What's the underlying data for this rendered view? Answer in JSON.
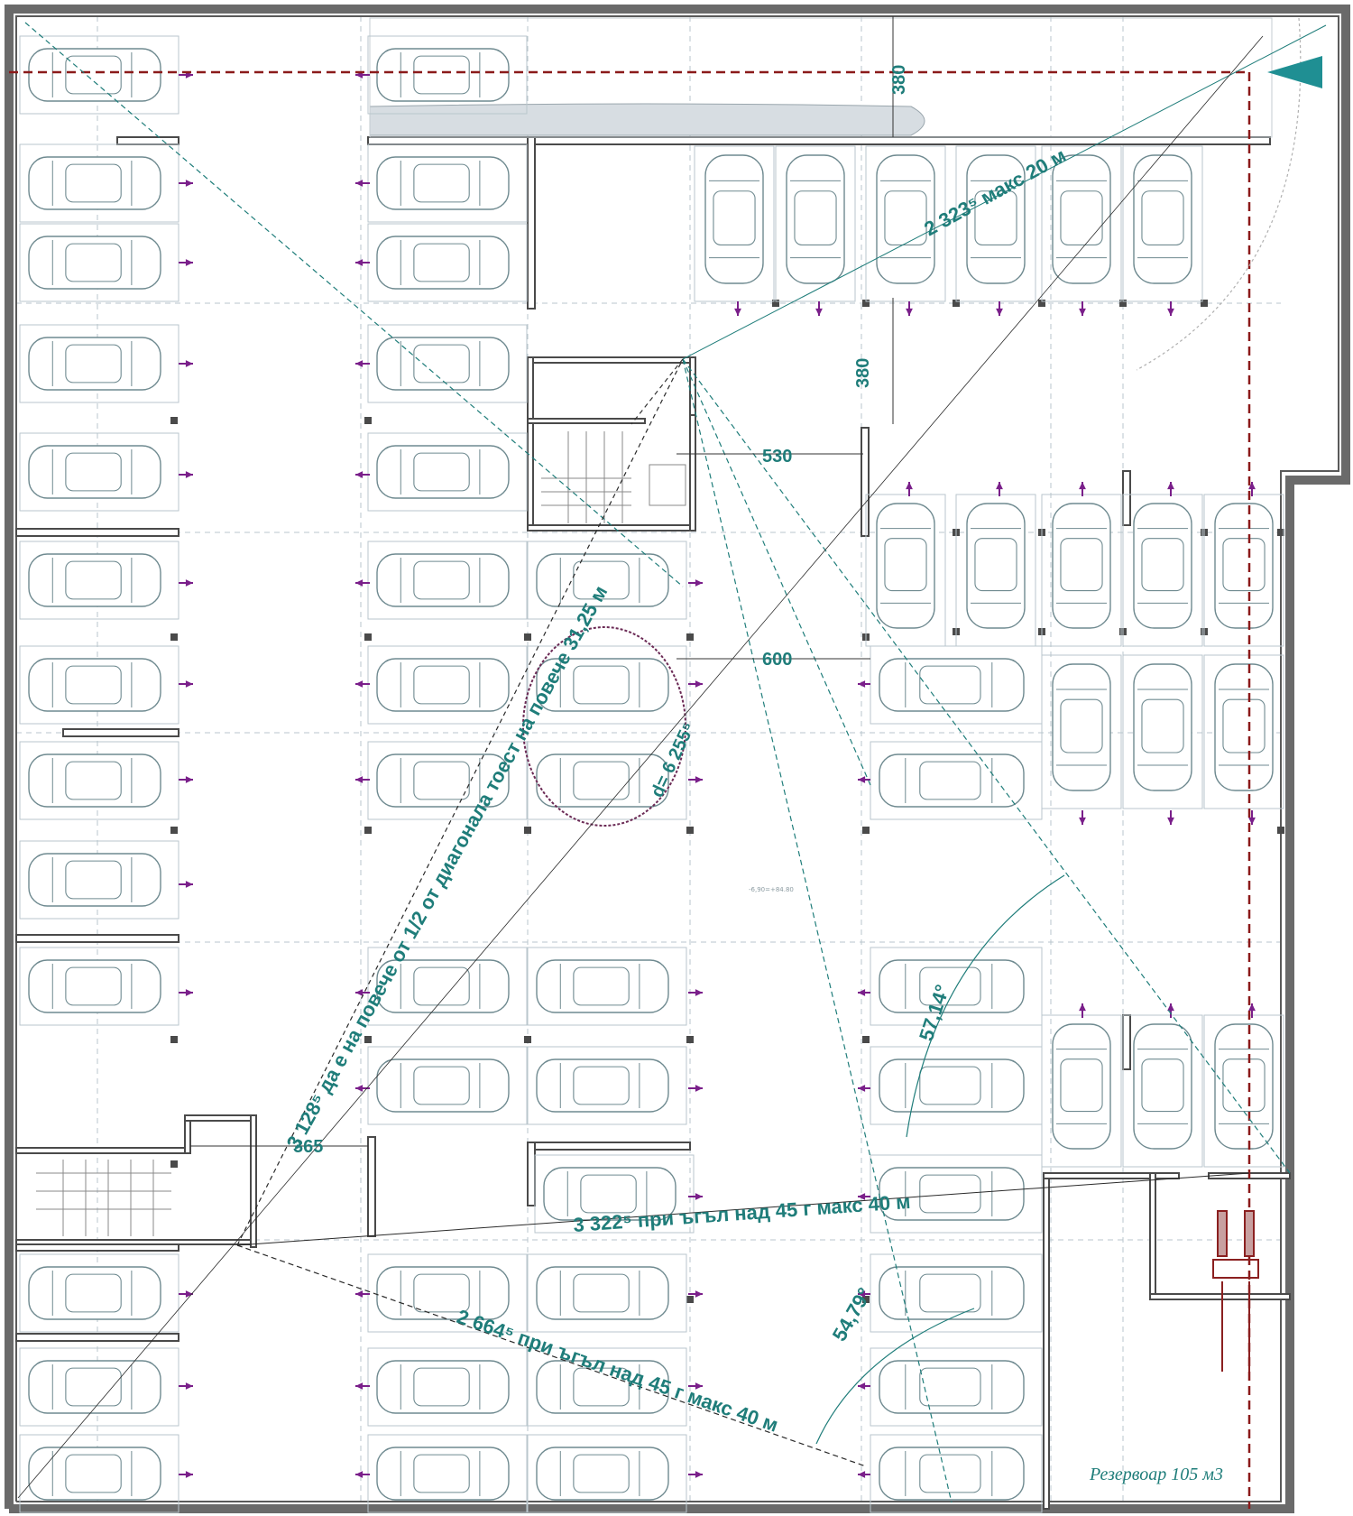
{
  "plan": {
    "colors": {
      "wall": "#5a5a5a",
      "car": "#6f8a90",
      "grid": "#b9c6cc",
      "arrow": "#7a1f8a",
      "annotation": "#1f7d7a",
      "boundary": "#8b1a1a",
      "revision_cloud": "#6b2a55"
    },
    "dimensions": {
      "top_380": "380",
      "mid_380": "380",
      "d530": "530",
      "d600": "600",
      "d365": "365"
    },
    "annotations": {
      "diag_max20": "2 323⁵ макс 20 м",
      "diag_long": "3 128⁵ да е на повече от 1/2 от диагонала тоест на повече 31,25 м",
      "d_label": "d= 6 255⁵",
      "angle1": "57,14°",
      "angle2": "54,79°",
      "line_40a": "3 322⁵ при ъгъл над 45 г макс 40 м",
      "line_40b": "2 664⁵ при ъгъл над 45 г макс 40 м"
    },
    "tank_label": "Резервоар 105 м3",
    "level_mark": "-6,90=+84.80",
    "north_icon": "north-arrow-icon"
  }
}
